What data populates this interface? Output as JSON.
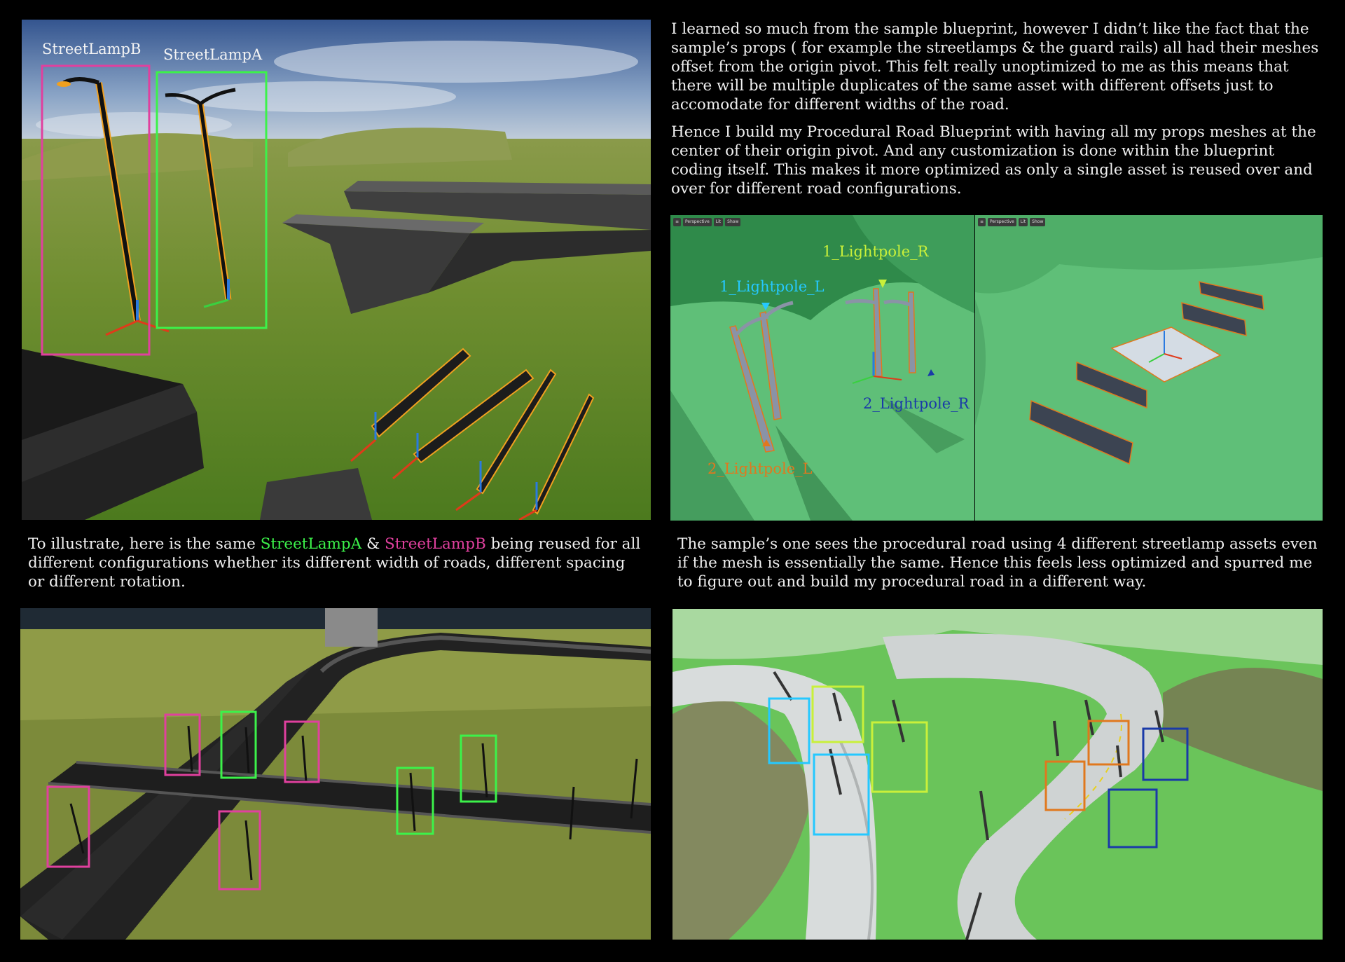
{
  "top_right": {
    "paragraph1": "I learned so much from the sample blueprint, however I didn’t like the fact that the sample’s props ( for example the streetlamps & the guard rails) all had their meshes offset from the origin pivot. This felt really unoptimized to me as this means that there will be multiple duplicates of the same asset with different offsets just to accomodate for different widths of the road.",
    "paragraph2": "Hence I build my Procedural Road Blueprint with having all my props meshes at the center of their origin pivot. And any customization is done within the blueprint coding itself. This makes it more optimized as only a single asset is reused over and over for different road configurations."
  },
  "top_left": {
    "label_b": "StreetLampB",
    "label_a": "StreetLampA"
  },
  "viewport": {
    "toolbar": [
      "≡",
      "Perspective",
      "Lit",
      "Show"
    ],
    "label_1_r": "1_Lightpole_R",
    "label_1_l": "1_Lightpole_L",
    "label_2_r": "2_Lightpole_R",
    "label_2_l": "2_Lightpole_L"
  },
  "mid_left": {
    "before": "To illustrate, here is the same ",
    "lamp_a": "StreetLampA",
    "amp": " & ",
    "lamp_b": "StreetLampB",
    "after": " being reused for all different configurations whether its different width of roads, different spacing or different rotation."
  },
  "mid_right": {
    "text": "The sample’s one sees the procedural road using 4 different streetlamp assets even if the mesh is essentially the same. Hence this feels less optimized and spurred me to figure out and build my procedural road in a different way."
  },
  "colors": {
    "lamp_a": "#3cf24a",
    "lamp_b": "#e0409e",
    "lightpole_1_l": "#25c8ff",
    "lightpole_1_r": "#c9f03a",
    "lightpole_2_l": "#e0781e",
    "lightpole_2_r": "#1a3aa8"
  }
}
